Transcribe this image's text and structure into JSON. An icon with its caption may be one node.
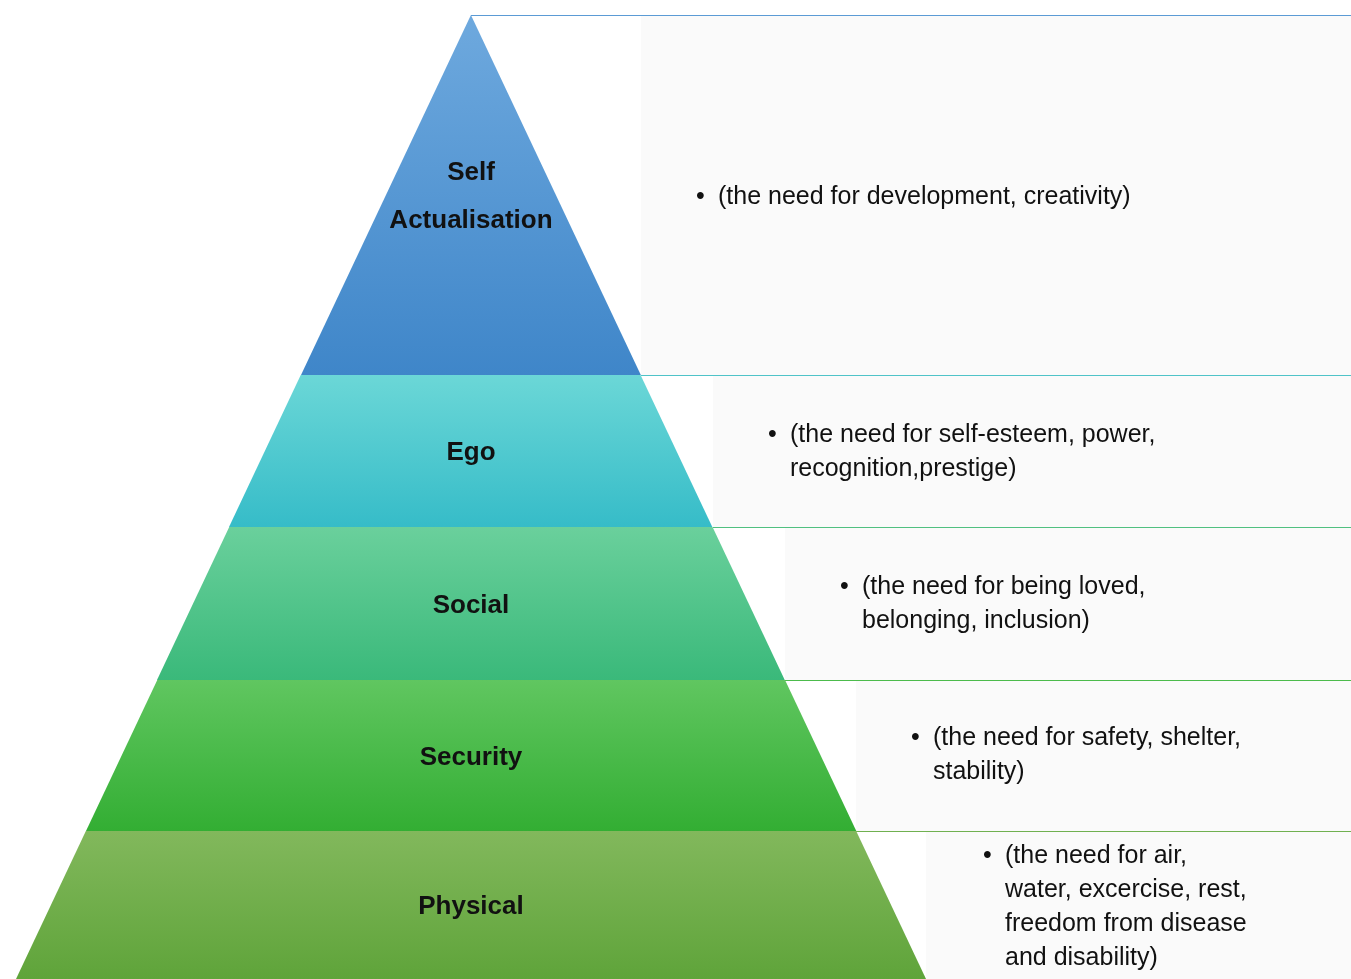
{
  "diagram": {
    "nodes": [
      {
        "text": [
          "Self Actualisation"
        ]
      },
      {
        "text": [
          "Ego"
        ]
      },
      {
        "text": [
          "Social"
        ]
      },
      {
        "text": [
          "Security"
        ]
      },
      {
        "text": [
          "Physical"
        ]
      },
      {
        "text": [
          "•",
          "(the need for development, creativity)"
        ]
      },
      {
        "text": [
          "•",
          "(the need for self-esteem, power, recognition,prestige)"
        ]
      },
      {
        "text": [
          "•",
          "(the need for being loved, belonging, inclusion)"
        ]
      },
      {
        "text": [
          "•",
          "(the need for safety, shelter, stability)"
        ]
      },
      {
        "text": [
          "•",
          "(the need for air, water, excercise, rest, freedom from disease and disability)"
        ]
      }
    ]
  }
}
